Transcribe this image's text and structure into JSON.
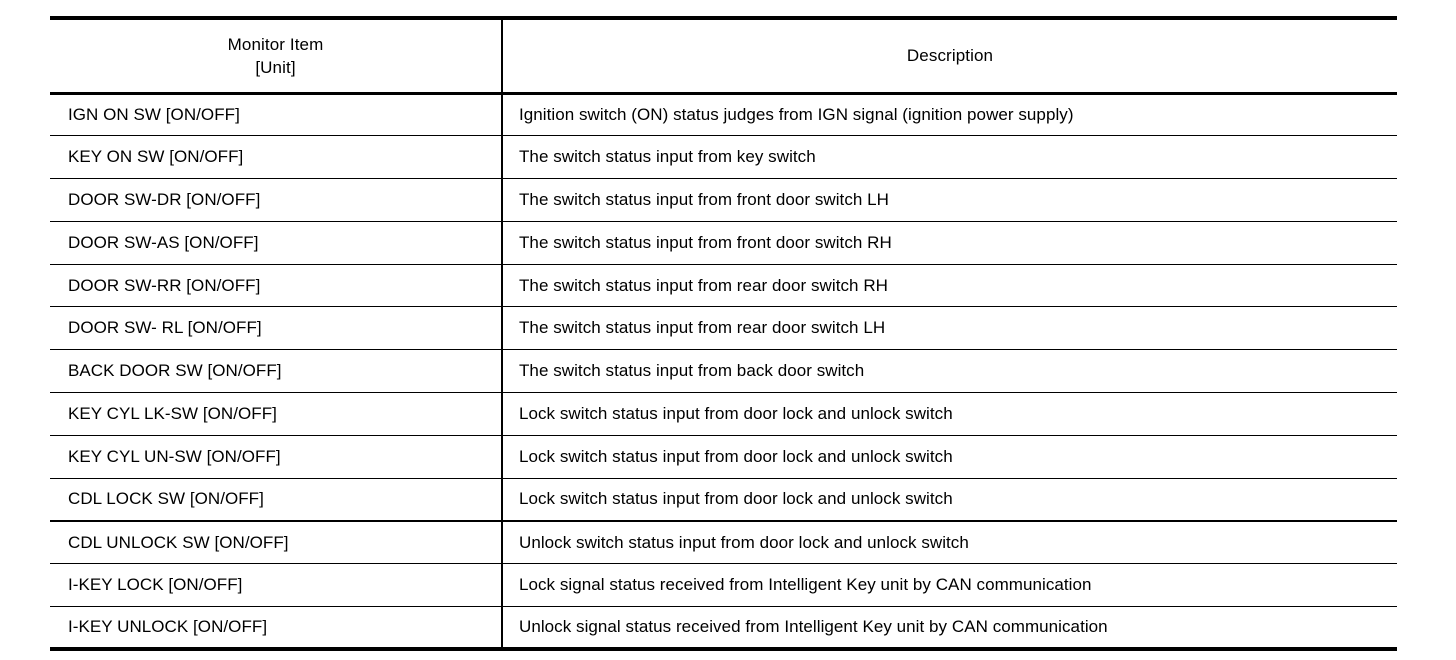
{
  "document": {
    "type": "specification-table",
    "background_color": "#ffffff",
    "text_color": "#000000"
  },
  "table": {
    "headers": {
      "item_line1": "Monitor Item",
      "item_line2": "[Unit]",
      "description": "Description"
    },
    "rows": [
      {
        "item": "IGN ON SW [ON/OFF]",
        "description": "Ignition switch (ON) status judges from IGN signal (ignition power supply)",
        "section_break": false
      },
      {
        "item": "KEY ON SW [ON/OFF]",
        "description": "The switch status input from key switch",
        "section_break": false
      },
      {
        "item": "DOOR SW-DR [ON/OFF]",
        "description": "The switch status input from front door switch LH",
        "section_break": false
      },
      {
        "item": "DOOR SW-AS [ON/OFF]",
        "description": "The switch status input from front door switch RH",
        "section_break": false
      },
      {
        "item": "DOOR SW-RR [ON/OFF]",
        "description": "The switch status input from rear door switch RH",
        "section_break": false
      },
      {
        "item": "DOOR SW- RL [ON/OFF]",
        "description": "The switch status input from rear door switch LH",
        "section_break": false
      },
      {
        "item": "BACK DOOR SW [ON/OFF]",
        "description": "The switch status input from back door switch",
        "section_break": false
      },
      {
        "item": "KEY CYL LK-SW [ON/OFF]",
        "description": "Lock switch status input from door lock and unlock switch",
        "section_break": false
      },
      {
        "item": "KEY CYL UN-SW [ON/OFF]",
        "description": "Lock switch status input from door lock and unlock switch",
        "section_break": false
      },
      {
        "item": "CDL LOCK SW [ON/OFF]",
        "description": "Lock switch status input from door lock and unlock switch",
        "section_break": true
      },
      {
        "item": "CDL UNLOCK SW [ON/OFF]",
        "description": "Unlock switch status input from door lock and unlock switch",
        "section_break": false
      },
      {
        "item": "I-KEY LOCK [ON/OFF]",
        "description": "Lock signal status received from Intelligent Key unit by CAN communication",
        "section_break": false
      },
      {
        "item": "I-KEY UNLOCK [ON/OFF]",
        "description": "Unlock signal status received from Intelligent Key unit by CAN communication",
        "section_break": false
      }
    ]
  }
}
